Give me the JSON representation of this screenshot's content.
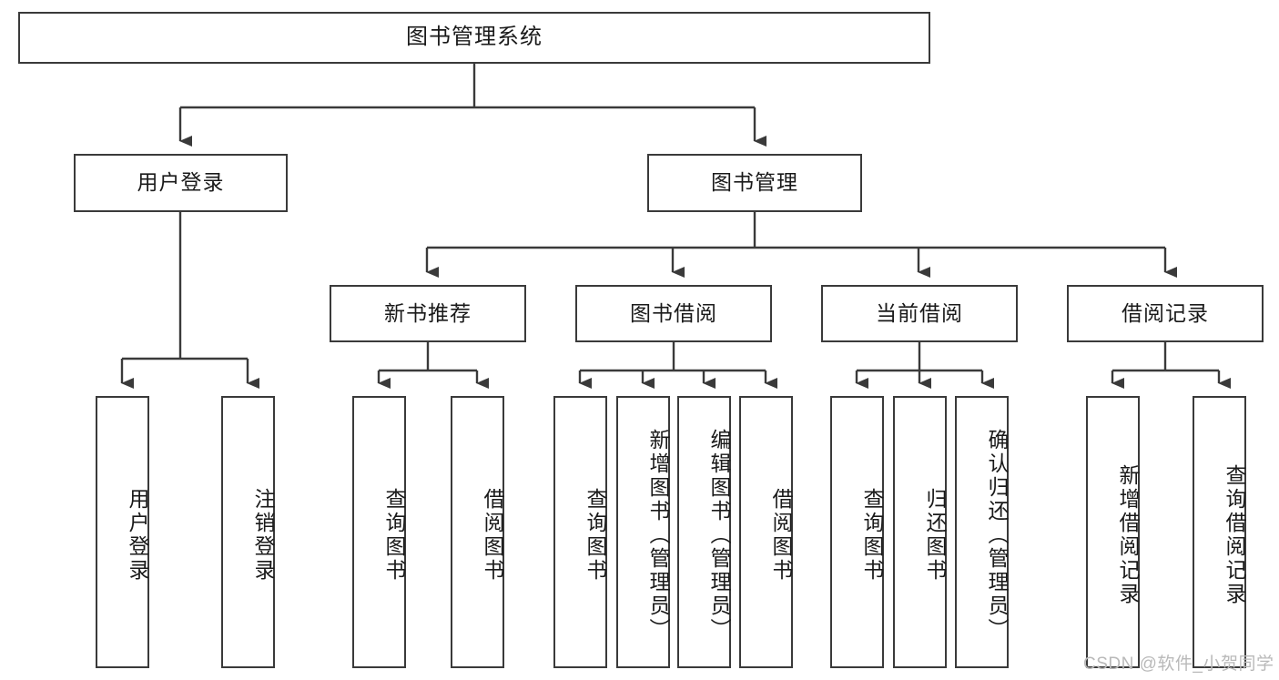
{
  "diagram": {
    "type": "tree-hierarchy-chart",
    "title": "图书管理系统",
    "watermark": "CSDN @软件_小贺同学",
    "colors": {
      "stroke": "#3a3a3a",
      "fill": "#ffffff",
      "text": "#1a1a1a",
      "watermark": "#b9b9b9"
    },
    "levels": {
      "level1": [
        {
          "id": "root",
          "label": "图书管理系统"
        }
      ],
      "level2": [
        {
          "id": "user-login",
          "label": "用户登录"
        },
        {
          "id": "book-manage",
          "label": "图书管理"
        }
      ],
      "level3": [
        {
          "id": "new-book-recommend",
          "label": "新书推荐"
        },
        {
          "id": "book-borrow",
          "label": "图书借阅"
        },
        {
          "id": "current-borrow",
          "label": "当前借阅"
        },
        {
          "id": "borrow-record",
          "label": "借阅记录"
        }
      ],
      "level4": [
        {
          "id": "leaf-user-login",
          "label": "用户登录",
          "parent": "user-login"
        },
        {
          "id": "leaf-logout-login",
          "label": "注销登录",
          "parent": "user-login"
        },
        {
          "id": "leaf-query-book-1",
          "label": "查询图书",
          "parent": "new-book-recommend"
        },
        {
          "id": "leaf-borrow-book-1",
          "label": "借阅图书",
          "parent": "new-book-recommend"
        },
        {
          "id": "leaf-query-book-2",
          "label": "查询图书",
          "parent": "book-borrow"
        },
        {
          "id": "leaf-add-book",
          "label": "新增图书（管理员）",
          "parent": "book-borrow"
        },
        {
          "id": "leaf-edit-book",
          "label": "编辑图书（管理员）",
          "parent": "book-borrow"
        },
        {
          "id": "leaf-borrow-book-2",
          "label": "借阅图书",
          "parent": "book-borrow"
        },
        {
          "id": "leaf-query-book-3",
          "label": "查询图书",
          "parent": "current-borrow"
        },
        {
          "id": "leaf-return-book",
          "label": "归还图书",
          "parent": "current-borrow"
        },
        {
          "id": "leaf-confirm-return",
          "label": "确认归还（管理员）",
          "parent": "current-borrow"
        },
        {
          "id": "leaf-add-record",
          "label": "新增借阅记录",
          "parent": "borrow-record"
        },
        {
          "id": "leaf-query-record",
          "label": "查询借阅记录",
          "parent": "borrow-record"
        }
      ]
    }
  }
}
